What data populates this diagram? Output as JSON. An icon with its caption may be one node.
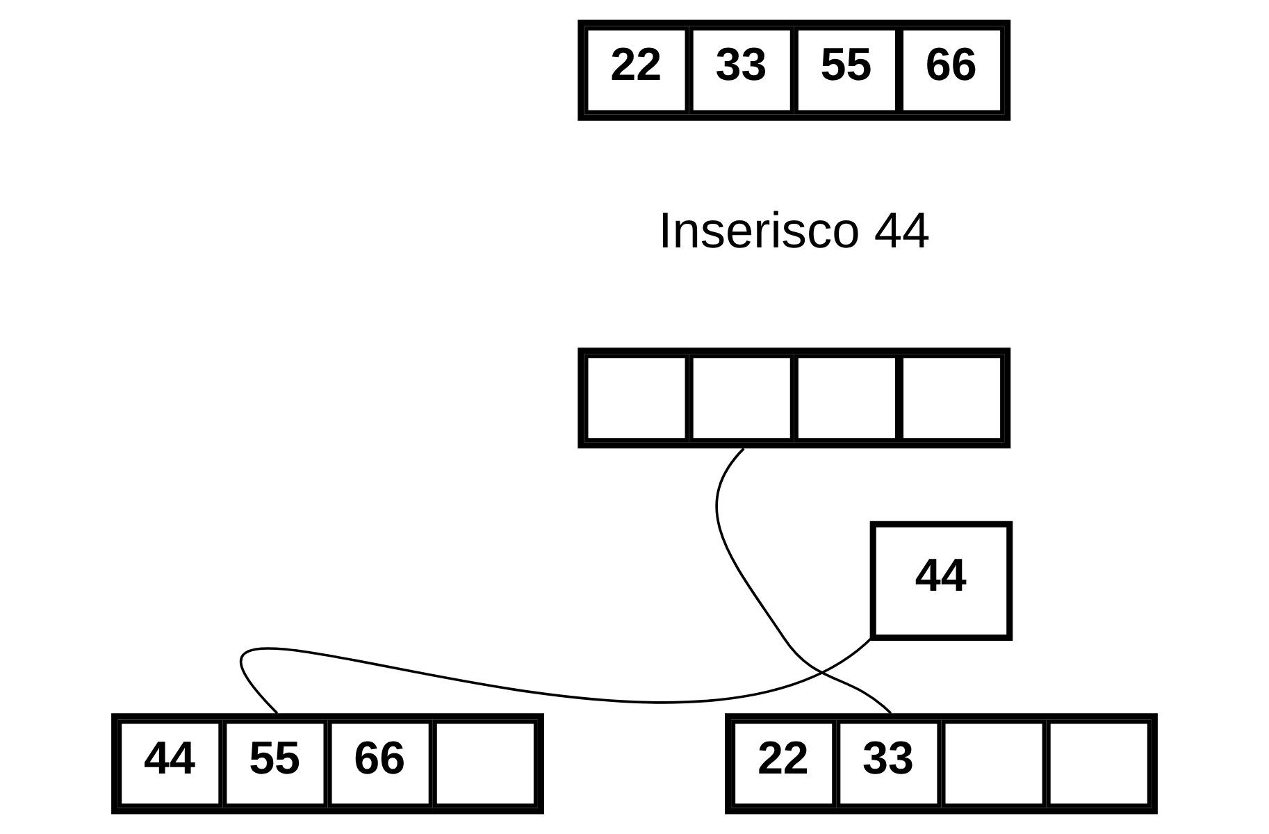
{
  "diagram": {
    "nodes": [
      {
        "text": [
          "22",
          "33",
          "55",
          "66"
        ]
      },
      {
        "text": [],
        "shape": "box"
      },
      {
        "text": [
          "44"
        ]
      },
      {
        "text": [
          "22",
          "33"
        ]
      },
      {
        "text": [
          "44",
          "55",
          "66"
        ]
      }
    ],
    "edges": [
      {
        "from": 1,
        "to": 3,
        "arrow": "none"
      },
      {
        "from": 2,
        "to": 4,
        "arrow": "none"
      }
    ],
    "labels": [
      "Inserisco 44"
    ]
  }
}
